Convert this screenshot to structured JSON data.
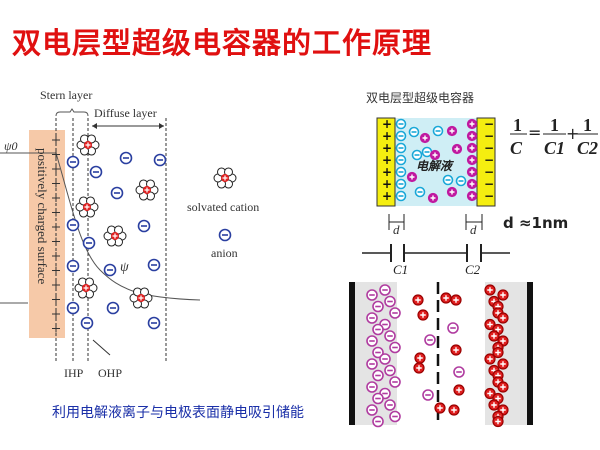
{
  "title": "双电层型超级电容器的工作原理",
  "left_diagram": {
    "stern_layer": "Stern layer",
    "diffuse_layer": "Diffuse layer",
    "psi0": "ψ0",
    "psi": "ψ",
    "surface_label": "positively charged surface",
    "ihp": "IHP",
    "ohp": "OHP",
    "legend_cation": "solvated cation",
    "legend_anion": "anion"
  },
  "right_diagram": {
    "heading": "双电层型超级电容器",
    "electrolyte": "电解液",
    "formula": {
      "lhs_num": "1",
      "lhs_den": "C",
      "t1_num": "1",
      "t1_den": "C1",
      "t2_num": "1",
      "t2_den": "C2"
    },
    "d_label": "d",
    "d_value": "d ≈1nm",
    "c1": "C1",
    "c2": "C2"
  },
  "caption": "利用电解液离子与电极表面静电吸引储能",
  "colors": {
    "title": "#e01010",
    "caption": "#1a2fa8",
    "anion": "#2a3fa0",
    "cation": "#e02020",
    "plate": "#f5ee10",
    "electrolyte": "#cfeef5",
    "surface": "#f6c9a8"
  }
}
